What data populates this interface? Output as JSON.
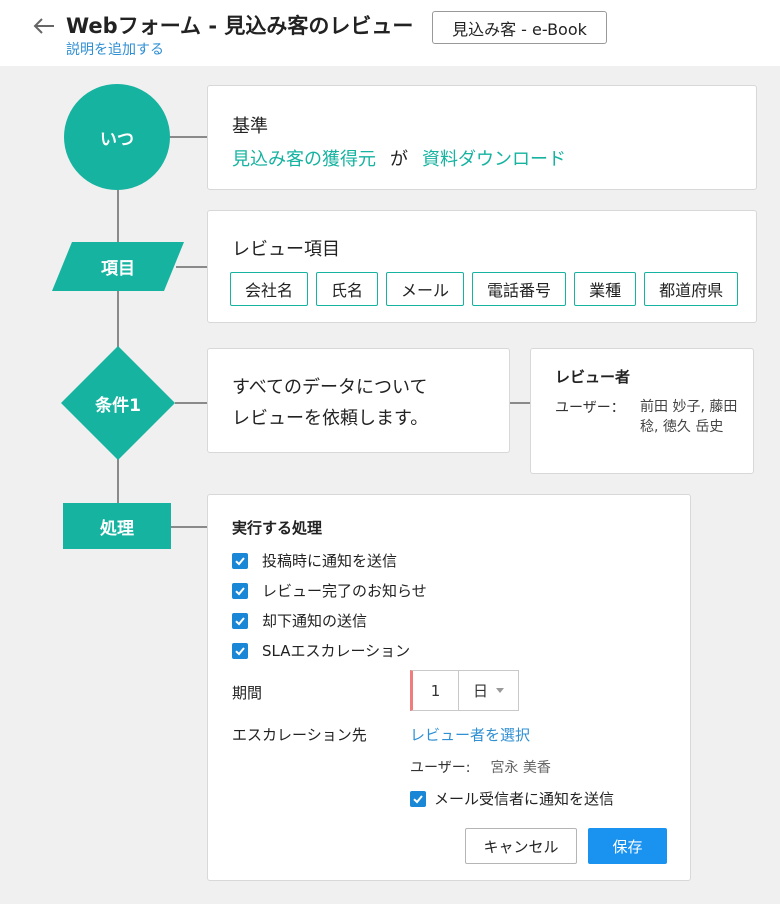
{
  "header": {
    "title": "Webフォーム - 見込み客のレビュー",
    "add_description": "説明を追加する",
    "tag_label": "見込み客 - e-Book"
  },
  "flow": {
    "when_node": "いつ",
    "items_node": "項目",
    "condition_node": "条件1",
    "action_node": "処理"
  },
  "when_card": {
    "label": "基準",
    "field": "見込み客の獲得元",
    "operator": "が",
    "value": "資料ダウンロード"
  },
  "items_card": {
    "label": "レビュー項目",
    "chips": [
      "会社名",
      "氏名",
      "メール",
      "電話番号",
      "業種",
      "都道府県"
    ]
  },
  "condition_card": {
    "line1": "すべてのデータについて",
    "line2": "レビューを依頼します。"
  },
  "reviewer_card": {
    "label": "レビュー者",
    "users_label": "ユーザー：",
    "users_value": "前田 妙子, 藤田 稔, 徳久 岳史"
  },
  "action_card": {
    "heading": "実行する処理",
    "checkboxes": [
      {
        "label": "投稿時に通知を送信",
        "checked": true
      },
      {
        "label": "レビュー完了のお知らせ",
        "checked": true
      },
      {
        "label": "却下通知の送信",
        "checked": true
      },
      {
        "label": "SLAエスカレーション",
        "checked": true
      }
    ],
    "period_label": "期間",
    "period_value": "1",
    "period_unit": "日",
    "escalation_label": "エスカレーション先",
    "select_reviewer_link": "レビュー者を選択",
    "escalation_users_label": "ユーザー:",
    "escalation_users_value": "宮永 美香",
    "notify_label": "メール受信者に通知を送信",
    "notify_checked": true,
    "cancel_label": "キャンセル",
    "save_label": "保存"
  },
  "colors": {
    "accent_teal": "#15b3a0",
    "primary_blue": "#1a93f0",
    "link_blue": "#2f8fd3",
    "required_marker": "#ef7d7d"
  },
  "icons": {
    "back": "arrow-left-icon",
    "checkbox": "checkmark-icon",
    "dropdown": "caret-down-icon"
  }
}
